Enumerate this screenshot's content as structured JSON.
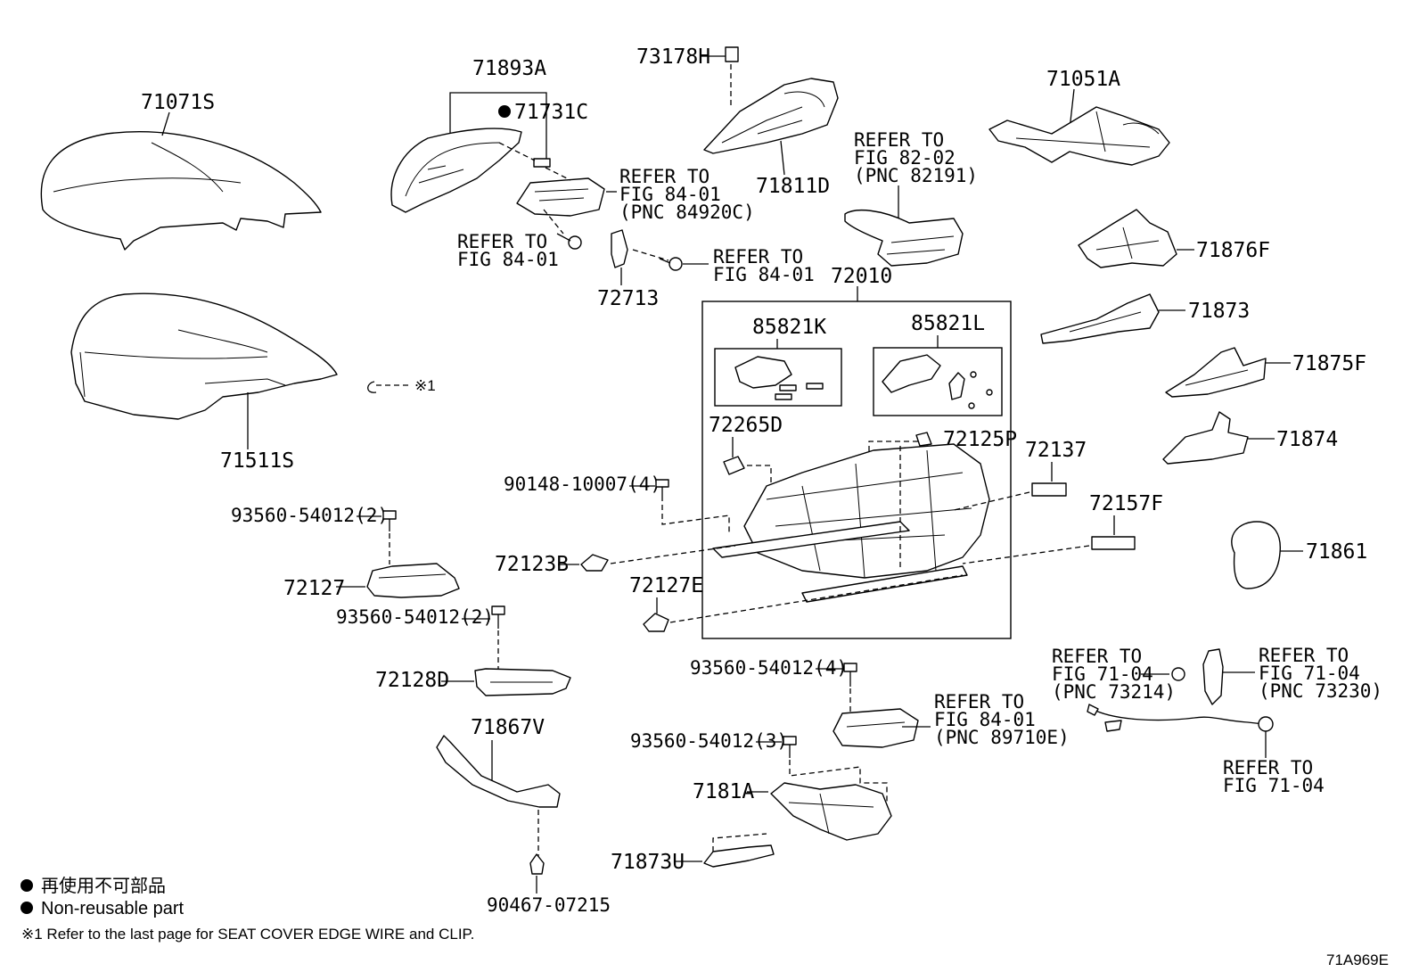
{
  "figure_code": "71A969E",
  "callouts": {
    "c71071S": "71071S",
    "c71511S": "71511S",
    "c71893A": "71893A",
    "c71731C": "71731C",
    "c73178H": "73178H",
    "c71811D": "71811D",
    "c72713": "72713",
    "c71051A": "71051A",
    "c71876F": "71876F",
    "c71873": "71873",
    "c71875F": "71875F",
    "c71874": "71874",
    "c71861": "71861",
    "c72010": "72010",
    "c85821K": "85821K",
    "c85821L": "85821L",
    "c72265D": "72265D",
    "c72125P": "72125P",
    "c72137": "72137",
    "c72157F": "72157F",
    "c72123B": "72123B",
    "c72127E": "72127E",
    "c72127": "72127",
    "c72128D": "72128D",
    "c71867V": "71867V",
    "c7181A": "7181A",
    "c71873U": "71873U",
    "c90148": "90148-10007(4)",
    "c93560a": "93560-54012(2)",
    "c93560b": "93560-54012(2)",
    "c93560c": "93560-54012(4)",
    "c93560d": "93560-54012(3)",
    "c90467": "90467-07215",
    "c_clip": "※1"
  },
  "refs": {
    "r1": [
      "REFER TO",
      "FIG 84-01",
      "(PNC 84920C)"
    ],
    "r2": [
      "REFER TO",
      "FIG 84-01"
    ],
    "r3": [
      "REFER TO",
      "FIG 84-01"
    ],
    "r4": [
      "REFER TO",
      "FIG 82-02",
      "(PNC 82191)"
    ],
    "r5": [
      "REFER TO",
      "FIG 84-01",
      "(PNC 89710E)"
    ],
    "r6": [
      "REFER TO",
      "FIG 71-04",
      "(PNC 73214)"
    ],
    "r7": [
      "REFER TO",
      "FIG 71-04",
      "(PNC 73230)"
    ],
    "r8": [
      "REFER TO",
      "FIG 71-04"
    ]
  },
  "legend": {
    "jp": "再使用不可部品",
    "en": "Non-reusable part",
    "footnote": "※1 Refer to the last page for SEAT COVER EDGE WIRE and CLIP."
  }
}
